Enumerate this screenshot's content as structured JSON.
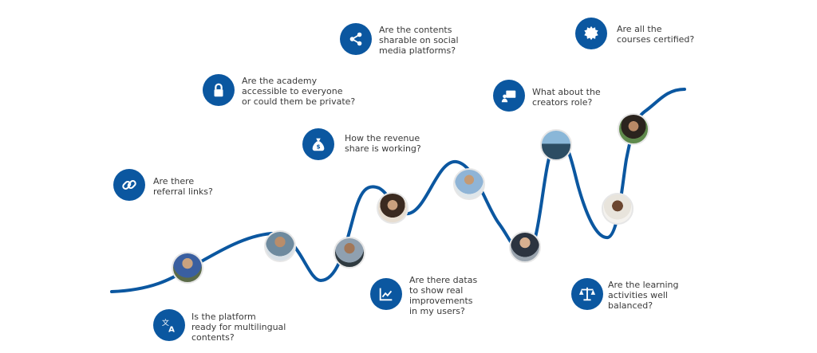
{
  "accent_color": "#0b57a0",
  "questions": [
    {
      "icon": "share-icon",
      "text": "Are the contents\nsharable on social\nmedia platforms?"
    },
    {
      "icon": "certificate-badge-icon",
      "text": "Are all the\ncourses certified?"
    },
    {
      "icon": "lock-icon",
      "text": "Are the academy\naccessible to everyone\nor could them be private?"
    },
    {
      "icon": "presenter-board-icon",
      "text": "What about the\ncreators role?"
    },
    {
      "icon": "money-bag-icon",
      "text": "How the revenue\nshare is working?"
    },
    {
      "icon": "link-icon",
      "text": "Are there\nreferral links?"
    },
    {
      "icon": "line-chart-icon",
      "text": "Are there datas\nto show real\nimprovements\nin my users?"
    },
    {
      "icon": "translate-icon",
      "text": "Is the platform\nready for multilingual\ncontents?"
    },
    {
      "icon": "balance-scale-icon",
      "text": "Are the learning\nactivities well\nbalanced?"
    }
  ]
}
